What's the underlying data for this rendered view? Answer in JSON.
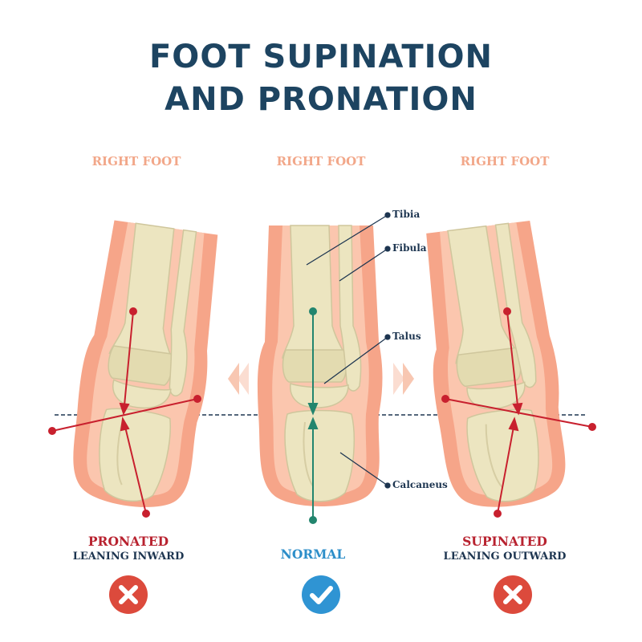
{
  "title": {
    "line1": "FOOT SUPINATION",
    "line2": "AND PRONATION"
  },
  "panels": [
    {
      "heading": "RIGHT FOOT",
      "status": "PRONATED",
      "detail": "LEANING INWARD",
      "verdict": "incorrect",
      "status_color": "#b8222f"
    },
    {
      "heading": "RIGHT FOOT",
      "status": "NORMAL",
      "detail": "",
      "verdict": "correct",
      "status_color": "#2c8ec9"
    },
    {
      "heading": "RIGHT FOOT",
      "status": "SUPINATED",
      "detail": "LEANING OUTWARD",
      "verdict": "incorrect",
      "status_color": "#b8222f"
    }
  ],
  "labels": {
    "tibia": "Tibia",
    "fibula": "Fibula",
    "talus": "Talus",
    "calcaneus": "Calcaneus"
  },
  "colors": {
    "title": "#1d4461",
    "skin": "#f6a589",
    "bone": "#ece5c0",
    "axis_red": "#c8202e",
    "axis_green": "#22856e",
    "cross": "#dc4a3c",
    "check": "#2f94d3"
  },
  "icons": {
    "incorrect": "cross-icon",
    "correct": "checkmark-icon"
  }
}
